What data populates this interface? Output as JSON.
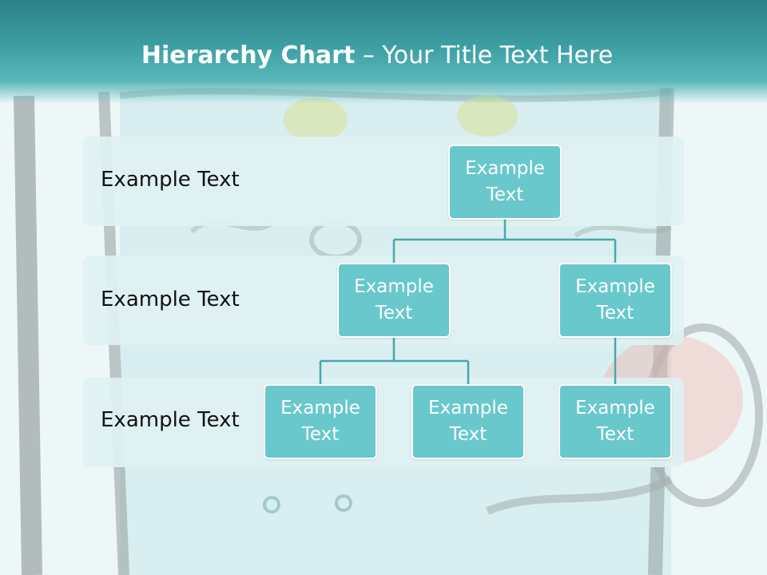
{
  "title": {
    "bold": "Hierarchy Chart",
    "rest": " – Your Title Text Here"
  },
  "rows": [
    {
      "label": "Example Text"
    },
    {
      "label": "Example Text"
    },
    {
      "label": "Example Text"
    }
  ],
  "nodes": {
    "root": "Example Text",
    "level2_left": "Example Text",
    "level2_right": "Example Text",
    "level3_a": "Example Text",
    "level3_b": "Example Text",
    "level3_c": "Example Text"
  },
  "colors": {
    "node_fill": "#68c8cc",
    "connector": "#4aa7ab",
    "title_band": "#3d9fa3",
    "row_band": "#dff1f3"
  }
}
